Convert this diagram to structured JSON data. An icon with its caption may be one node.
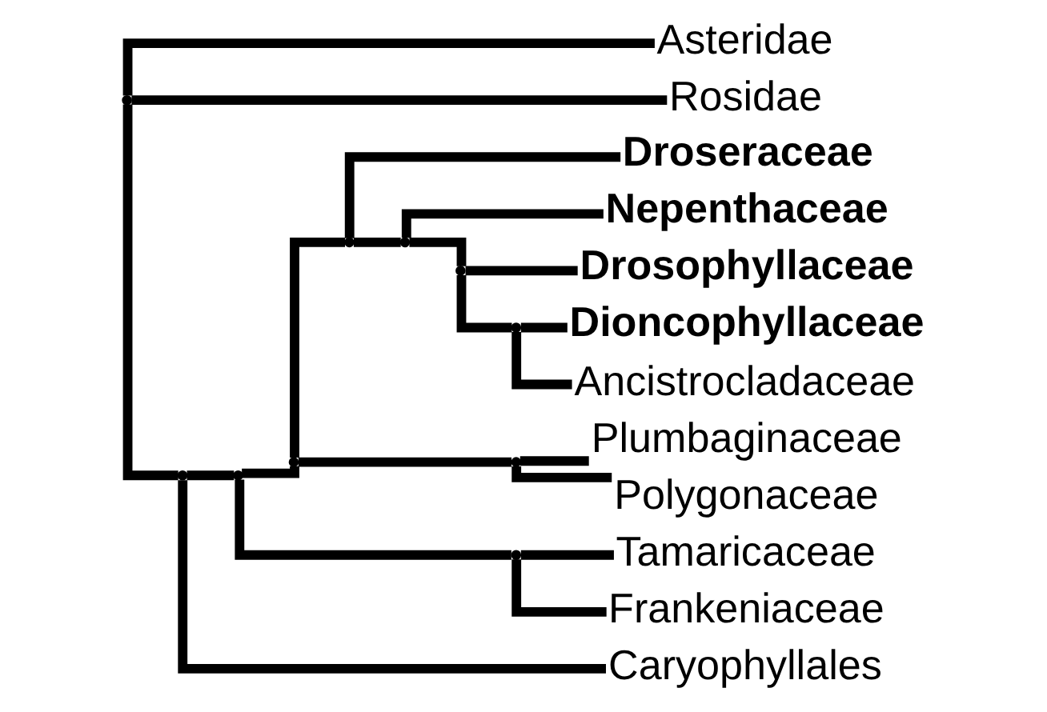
{
  "diagram": {
    "nodes": [
      {
        "text": [],
        "shape": "point"
      },
      {
        "text": [
          "Asteridae"
        ]
      },
      {
        "text": [
          "Rosidae"
        ]
      },
      {
        "text": [],
        "shape": "point"
      },
      {
        "text": [],
        "shape": "point"
      },
      {
        "text": [],
        "shape": "point"
      },
      {
        "text": [],
        "shape": "point"
      },
      {
        "text": [
          "Droseraceae"
        ]
      },
      {
        "text": [],
        "shape": "point"
      },
      {
        "text": [
          "Nepenthaceae"
        ]
      },
      {
        "text": [],
        "shape": "point"
      },
      {
        "text": [
          "Drosophyllaceae"
        ]
      },
      {
        "text": [],
        "shape": "point"
      },
      {
        "text": [
          "Dioncophyllaceae"
        ]
      },
      {
        "text": [
          "Ancistrocladaceae"
        ]
      },
      {
        "text": [],
        "shape": "point"
      },
      {
        "text": [
          "Plumbaginaceae"
        ]
      },
      {
        "text": [
          "Polygonaceae"
        ]
      },
      {
        "text": [],
        "shape": "point"
      },
      {
        "text": [
          "Tamaricaceae"
        ]
      },
      {
        "text": [
          "Frankeniaceae"
        ]
      },
      {
        "text": [
          "Caryophyllales"
        ]
      }
    ],
    "edges": [
      {
        "from": 0,
        "to": 1,
        "arrow": "none"
      },
      {
        "from": 0,
        "to": 2,
        "arrow": "none"
      },
      {
        "from": 0,
        "to": 3,
        "arrow": "none"
      },
      {
        "from": 3,
        "to": 4,
        "arrow": "none"
      },
      {
        "from": 4,
        "to": 5,
        "arrow": "none"
      },
      {
        "from": 5,
        "to": 6,
        "arrow": "none"
      },
      {
        "from": 6,
        "to": 7,
        "arrow": "none"
      },
      {
        "from": 6,
        "to": 8,
        "arrow": "none"
      },
      {
        "from": 8,
        "to": 9,
        "arrow": "none"
      },
      {
        "from": 8,
        "to": 10,
        "arrow": "none"
      },
      {
        "from": 10,
        "to": 11,
        "arrow": "none"
      },
      {
        "from": 10,
        "to": 12,
        "arrow": "none"
      },
      {
        "from": 12,
        "to": 13,
        "arrow": "none"
      },
      {
        "from": 12,
        "to": 14,
        "arrow": "none"
      },
      {
        "from": 5,
        "to": 15,
        "arrow": "none"
      },
      {
        "from": 15,
        "to": 16,
        "arrow": "none"
      },
      {
        "from": 15,
        "to": 17,
        "arrow": "none"
      },
      {
        "from": 4,
        "to": 18,
        "arrow": "none"
      },
      {
        "from": 18,
        "to": 19,
        "arrow": "none"
      },
      {
        "from": 18,
        "to": 20,
        "arrow": "none"
      },
      {
        "from": 3,
        "to": 21,
        "arrow": "none"
      }
    ]
  }
}
